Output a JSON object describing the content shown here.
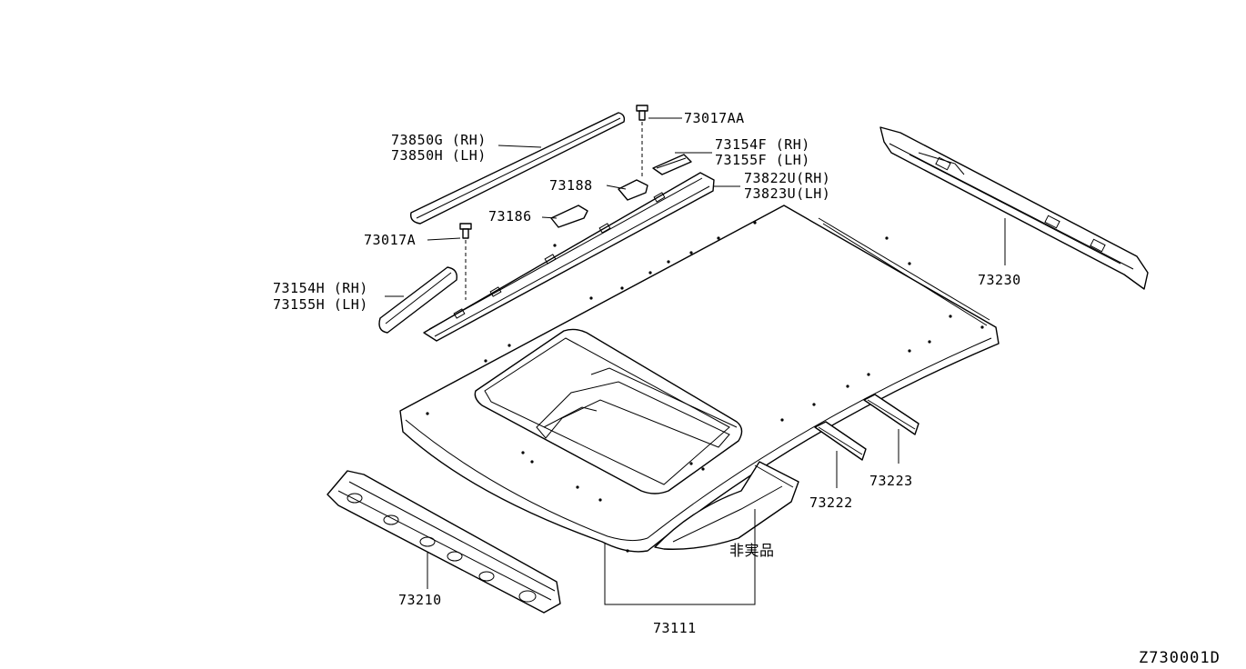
{
  "diagram_id": "Z730001D",
  "labels": {
    "l73850g": "73850G (RH)",
    "l73850h": "73850H (LH)",
    "l73017aa": "73017AA",
    "l73154f": "73154F (RH)",
    "l73155f": "73155F (LH)",
    "l73188": "73188",
    "l73822u": "73822U(RH)",
    "l73823u": "73823U(LH)",
    "l73186": "73186",
    "l73017a": "73017A",
    "l73154h": "73154H (RH)",
    "l73155h": "73155H (LH)",
    "l73230": "73230",
    "l73223": "73223",
    "l73222": "73222",
    "l73210": "73210",
    "l73111": "73111",
    "nonpart": "非実品"
  }
}
